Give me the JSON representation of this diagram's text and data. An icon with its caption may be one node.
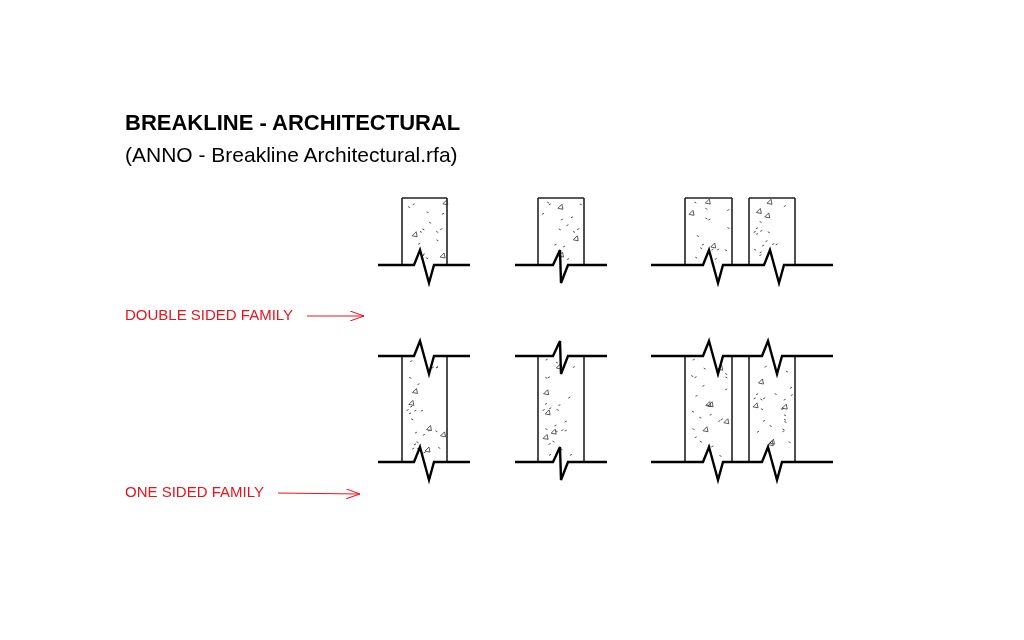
{
  "diagram": {
    "title": "BREAKLINE - ARCHITECTURAL",
    "nodes": [
      {
        "text": [
          "DOUBLE SIDED FAMILY"
        ]
      },
      {
        "text": [
          "ONE SIDED FAMILY"
        ]
      }
    ],
    "edges": [
      {
        "from": 0,
        "to": null,
        "arrow": "to"
      },
      {
        "from": 1,
        "to": null,
        "arrow": "to"
      }
    ],
    "labels": [
      "(ANNO - Breakline Architectural.rfa)"
    ]
  }
}
